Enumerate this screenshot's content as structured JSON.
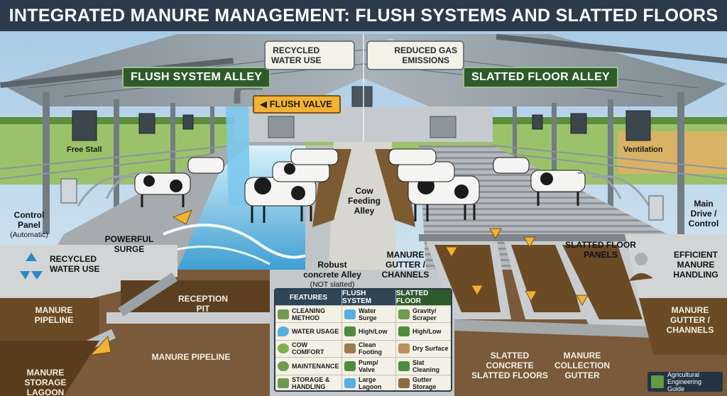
{
  "title": "INTEGRATED MANURE MANAGEMENT: FLUSH SYSTEMS AND SLATTED FLOORS",
  "sections": {
    "left": "FLUSH SYSTEM ALLEY",
    "right": "SLATTED FLOOR ALLEY"
  },
  "badges": {
    "recycled_water_top": "RECYCLED\nWATER USE",
    "reduced_gas": "REDUCED GAS\nEMISSIONS"
  },
  "labels": {
    "flush_valve": "FLUSH VALVE",
    "free_stall": "Free Stall",
    "ventilation": "Ventilation",
    "control_panel": "Control\nPanel",
    "control_panel_sub": "(Automatic)",
    "main_drive": "Main\nDrive /\nControl",
    "powerful_surge": "POWERFUL\nSURGE",
    "recycled_water_left": "RECYCLED\nWATER USE",
    "cow_feeding_alley": "Cow\nFeeding\nAlley",
    "robust_concrete": "Robust\nconcrete Alley",
    "robust_concrete_sub": "(NOT slatted)",
    "manure_gutter_center": "MANURE\nGUTTER /\nCHANNELS",
    "slatted_floor_panels": "SLATTED FLOOR\nPANELS",
    "efficient_handling": "EFFICIENT\nMANURE\nHANDLING",
    "reception_pit": "RECEPTION\nPIT",
    "manure_pipeline_left": "MANURE\nPIPELINE",
    "manure_pipeline_bottom": "MANURE PIPELINE",
    "manure_storage": "MANURE STORAGE\nLAGOON",
    "slatted_concrete": "SLATTED CONCRETE\nSLATTED FLOORS",
    "collection_gutter": "MANURE\nCOLLECTION\nGUTTER",
    "manure_gutter_right": "MANURE\nGUTTER /\nCHANNELS"
  },
  "table": {
    "headers": [
      "FEATURES",
      "FLUSH SYSTEM",
      "SLATTED FLOOR"
    ],
    "rows": [
      {
        "feature": "CLEANING\nMETHOD",
        "flush": "Water Surge",
        "slatted": "Gravity/\nScraper"
      },
      {
        "feature": "WATER USAGE",
        "flush": "High/Low",
        "slatted": "High/Low"
      },
      {
        "feature": "COW COMFORT",
        "flush": "Clean\nFooting",
        "slatted": "Dry Surface"
      },
      {
        "feature": "MAINTENANCE",
        "flush": "Pump/\nValve",
        "slatted": "Slat Cleaning"
      },
      {
        "feature": "STORAGE &\nHANDLING",
        "flush": "Large\nLagoon",
        "slatted": "Gutter\nStorage"
      }
    ]
  },
  "logo": "Agricultural\nEngineering Guide",
  "colors": {
    "banner": "#2b3b4b",
    "section_tag": "#2f5a2c",
    "valve_tag": "#f2b233",
    "water": "#5fb6e0",
    "manure": "#6b4a26",
    "concrete": "#c9ccce"
  }
}
